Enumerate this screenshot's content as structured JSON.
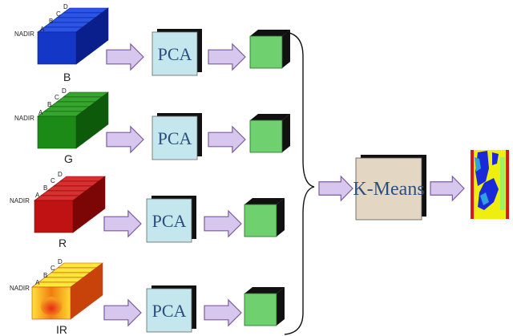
{
  "bands": [
    {
      "letter": "B",
      "color": "#1437c8",
      "shade": "#0a1f8c",
      "top_face": "#2a55e6"
    },
    {
      "letter": "G",
      "color": "#1b8a17",
      "shade": "#0e5a0b",
      "top_face": "#36a52e"
    },
    {
      "letter": "R",
      "color": "#c01212",
      "shade": "#7c0606",
      "top_face": "#d83030"
    },
    {
      "letter": "IR",
      "color": "#f09a10",
      "shade": "#c8430a",
      "top_face": "#ffe83a"
    }
  ],
  "view_labels": {
    "nadir": "NADIR",
    "a": "A",
    "b": "B",
    "c": "C",
    "d": "D"
  },
  "process": {
    "pca_label": "PCA",
    "kmeans_label": "K-Means"
  },
  "colors": {
    "arrow_fill": "#d7c6ee",
    "arrow_stroke": "#7b5c9c",
    "pca_fill": "#c3e7ec",
    "kmeans_fill": "#e3d7c3",
    "box_shadow": "#111111",
    "green_block": "#6fd06f"
  }
}
